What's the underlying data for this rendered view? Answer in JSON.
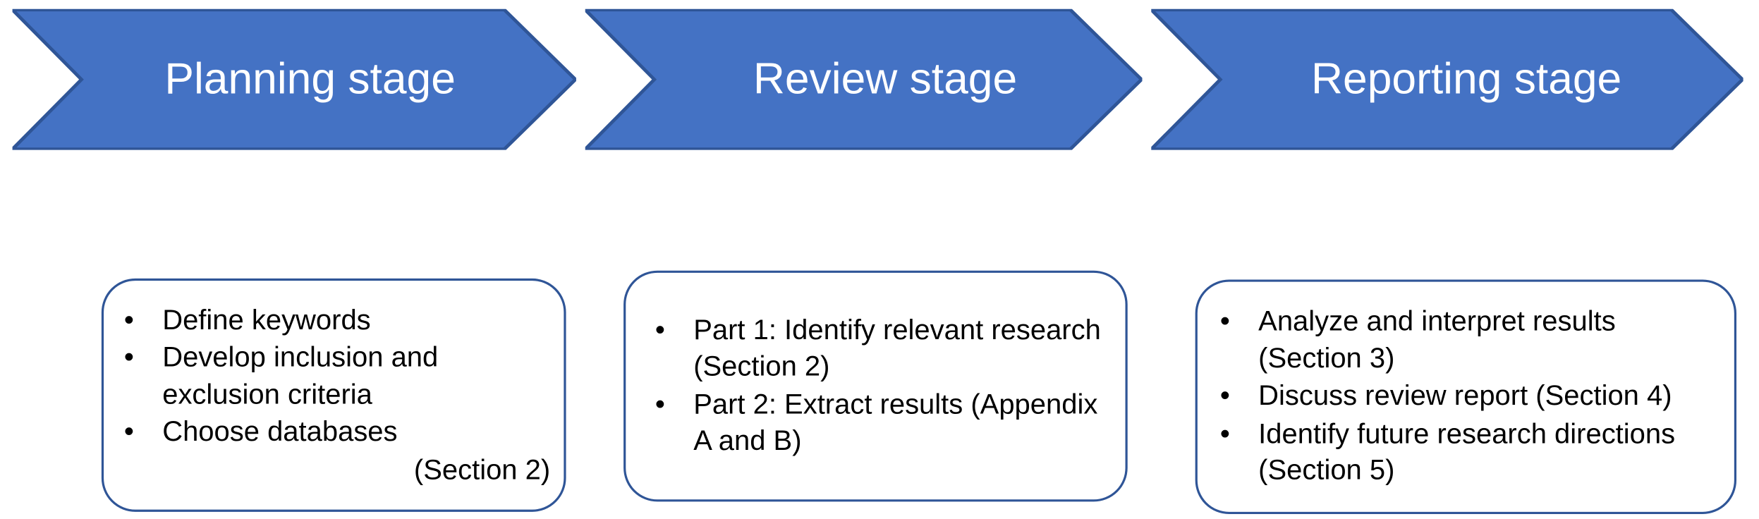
{
  "diagram": {
    "title": "Systematic review process stages",
    "colors": {
      "chevron_fill": "#4472C4",
      "chevron_border": "#2F5597",
      "chevron_text": "#FFFFFF",
      "box_border": "#2F5597",
      "box_fill": "#FFFFFF",
      "body_text": "#000000",
      "background": "#FFFFFF"
    },
    "bullet_glyph": "•",
    "stages": [
      {
        "id": "planning",
        "header": "Planning stage",
        "items": [
          "Define keywords",
          "Develop inclusion and exclusion criteria",
          "Choose databases"
        ],
        "trailing_note": "(Section 2)"
      },
      {
        "id": "review",
        "header": "Review stage",
        "items": [
          "Part 1: Identify relevant research (Section 2)",
          "Part 2: Extract results (Appendix A and B)"
        ],
        "trailing_note": ""
      },
      {
        "id": "reporting",
        "header": "Reporting stage",
        "items": [
          "Analyze and interpret results (Section 3)",
          "Discuss review report (Section 4)",
          "Identify future research directions (Section 5)"
        ],
        "trailing_note": ""
      }
    ]
  }
}
